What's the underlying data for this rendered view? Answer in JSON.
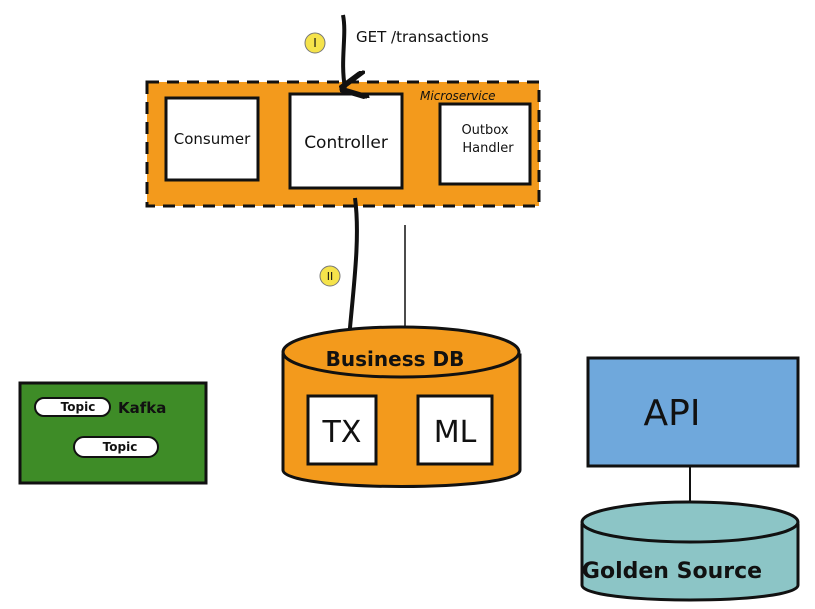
{
  "request": {
    "step_marker": "I",
    "label": "GET /transactions"
  },
  "microservice": {
    "label": "Microservice",
    "components": [
      "Consumer",
      "Controller",
      "Outbox\nHandler"
    ],
    "fill": "#F39A1C"
  },
  "db_step": {
    "marker": "II"
  },
  "business_db": {
    "label": "Business DB",
    "tables": [
      "TX",
      "ML"
    ],
    "fill": "#F39A1C"
  },
  "kafka": {
    "label": "Kafka",
    "topics": [
      "Topic",
      "Topic"
    ],
    "fill": "#3E8C27"
  },
  "api": {
    "label": "API",
    "fill": "#6FA8DC"
  },
  "golden_source": {
    "label": "Golden Source",
    "fill": "#8CC5C6"
  },
  "colors": {
    "step_marker": "#F5E34B",
    "ink": "#111111"
  }
}
